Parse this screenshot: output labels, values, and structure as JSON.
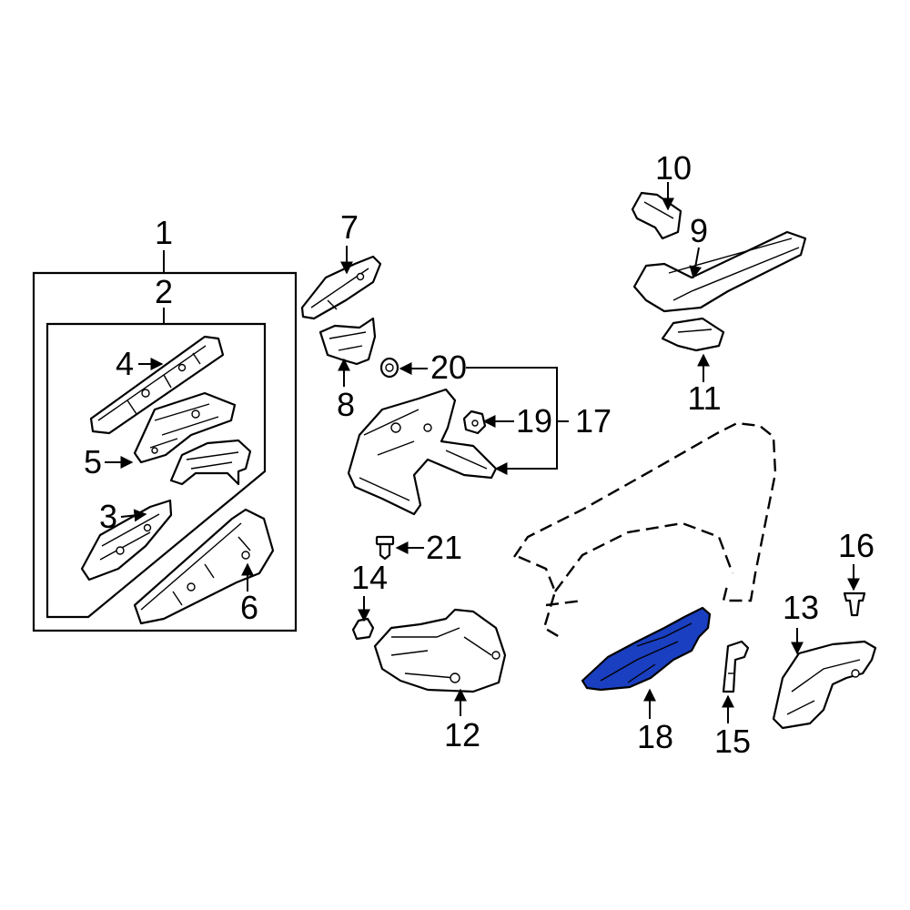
{
  "callouts": {
    "c1": "1",
    "c2": "2",
    "c3": "3",
    "c4": "4",
    "c5": "5",
    "c6": "6",
    "c7": "7",
    "c8": "8",
    "c9": "9",
    "c10": "10",
    "c11": "11",
    "c12": "12",
    "c13": "13",
    "c14": "14",
    "c15": "15",
    "c16": "16",
    "c17": "17",
    "c18": "18",
    "c19": "19",
    "c20": "20",
    "c21": "21"
  },
  "colors": {
    "highlight_fill": "#1a3fc0",
    "line": "#000000",
    "background": "#ffffff"
  },
  "highlighted_part": "18"
}
